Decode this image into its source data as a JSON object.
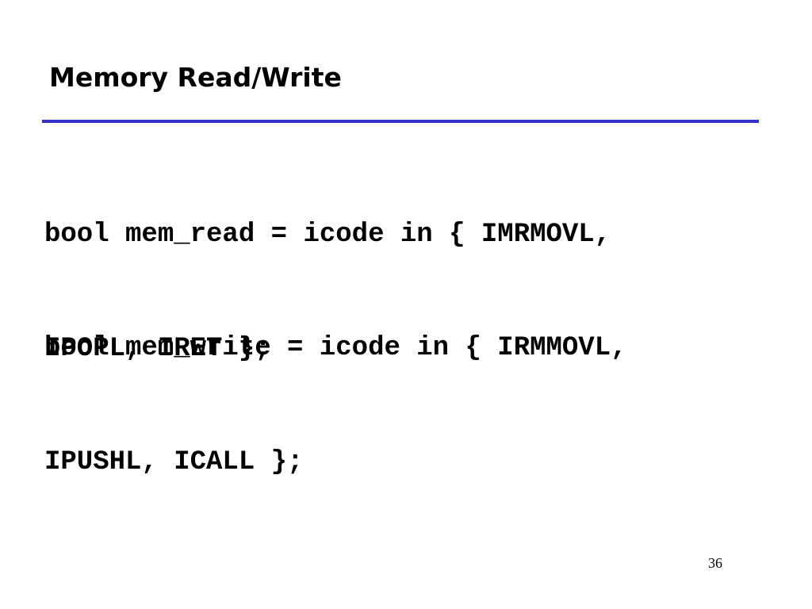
{
  "slide": {
    "title": "Memory Read/Write",
    "rule_color": "#3333cc",
    "code_blocks": [
      {
        "lines": [
          "bool mem_read = icode in { IMRMOVL,",
          "IPOPL, IRET };"
        ]
      },
      {
        "lines": [
          "bool mem_write = icode in { IRMMOVL,",
          "IPUSHL, ICALL };"
        ]
      }
    ],
    "page_number": "36"
  }
}
